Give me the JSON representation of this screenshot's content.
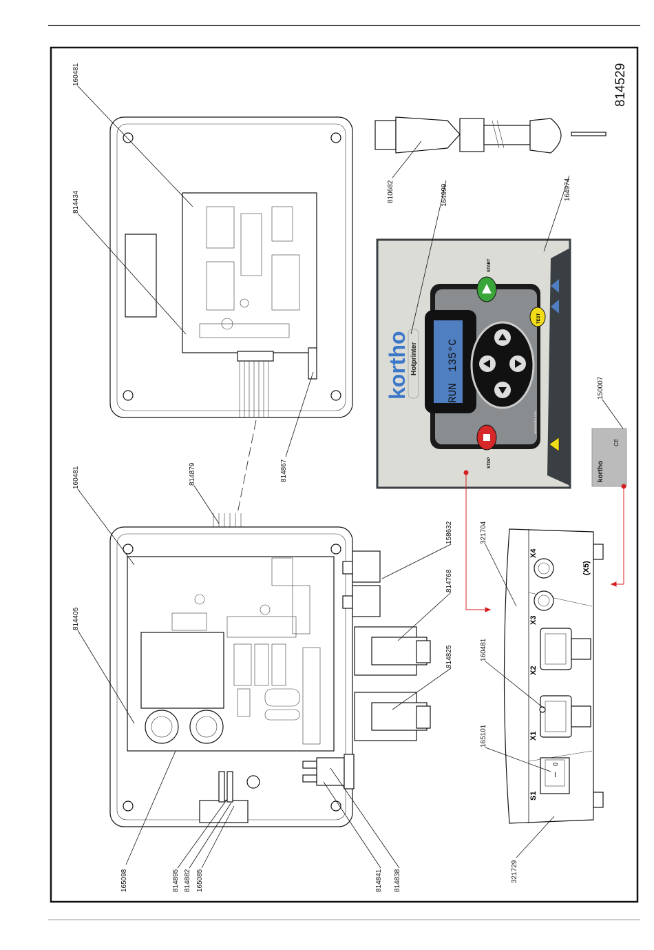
{
  "diagram": {
    "drawing_number": "814529",
    "part_labels": [
      "160481",
      "814434",
      "810682",
      "164999",
      "164974",
      "160481",
      "814879",
      "814867",
      "814405",
      "158632",
      "321704",
      "814768",
      "814825",
      "160481",
      "165101",
      "150007",
      "165098",
      "814895",
      "814882",
      "165085",
      "814841",
      "814838",
      "321729"
    ],
    "panel": {
      "brand": "kortho",
      "product": "Hotprinter",
      "display_line1": "RUN",
      "display_line2": "135°C",
      "start_label": "START",
      "stop_label": "STOP",
      "test_label": "TEST",
      "website": "www.kortho.com"
    },
    "side_view": {
      "connectors": [
        "S1",
        "X1",
        "X2",
        "X3",
        "X4",
        "(X5)"
      ],
      "switch_on": "I",
      "switch_off": "0"
    },
    "rating_plate": {
      "brand": "kortho",
      "mark": "CE"
    },
    "colors": {
      "callout_red": "#d42020",
      "panel_bg": "#dcdcd6",
      "panel_dark": "#3a3f44",
      "display_blue": "#4f7fc0",
      "brand_blue": "#3d78c8",
      "start_green": "#3aa63a",
      "stop_red": "#d62828",
      "test_yellow": "#f2dc1a"
    }
  }
}
